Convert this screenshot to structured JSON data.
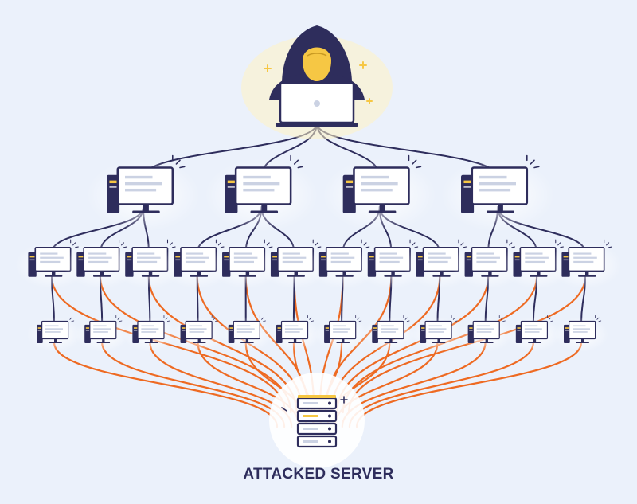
{
  "target": {
    "label": "ATTACKED SERVER"
  },
  "nodes": {
    "attacker": "hacker-icon",
    "tier1": {
      "count": 4,
      "icon": "desktop-computer-icon"
    },
    "tier2": {
      "count": 12,
      "icon": "desktop-computer-icon"
    },
    "tier3": {
      "count": 12,
      "icon": "desktop-computer-icon"
    },
    "target_icon": "server-rack-icon"
  },
  "colors": {
    "background": "#EBF1FB",
    "navy": "#2E2D5C",
    "command_link": "#2E2D5C",
    "attack_link": "#EE6A22",
    "accent_yellow": "#F6C744",
    "screen": "#FFFFFF",
    "glow": "#FFF3C4",
    "label": "#2E2D5C"
  }
}
